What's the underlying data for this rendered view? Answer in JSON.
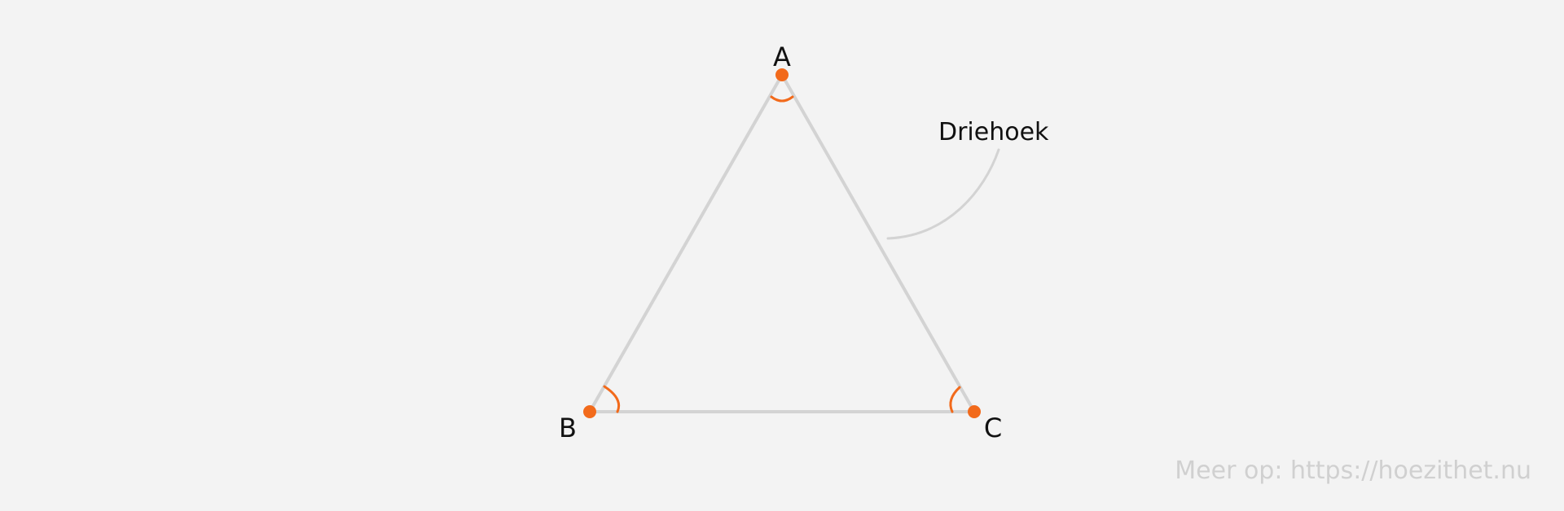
{
  "diagram": {
    "shape_label": "Driehoek",
    "vertices": {
      "A": {
        "label": "A"
      },
      "B": {
        "label": "B"
      },
      "C": {
        "label": "C"
      }
    },
    "watermark": "Meer op: https://hoezithet.nu"
  },
  "colors": {
    "background": "#f3f3f3",
    "edge": "#d3d3d3",
    "accent": "#f26a1b",
    "text": "#111111",
    "watermark": "#d0d0d0"
  }
}
